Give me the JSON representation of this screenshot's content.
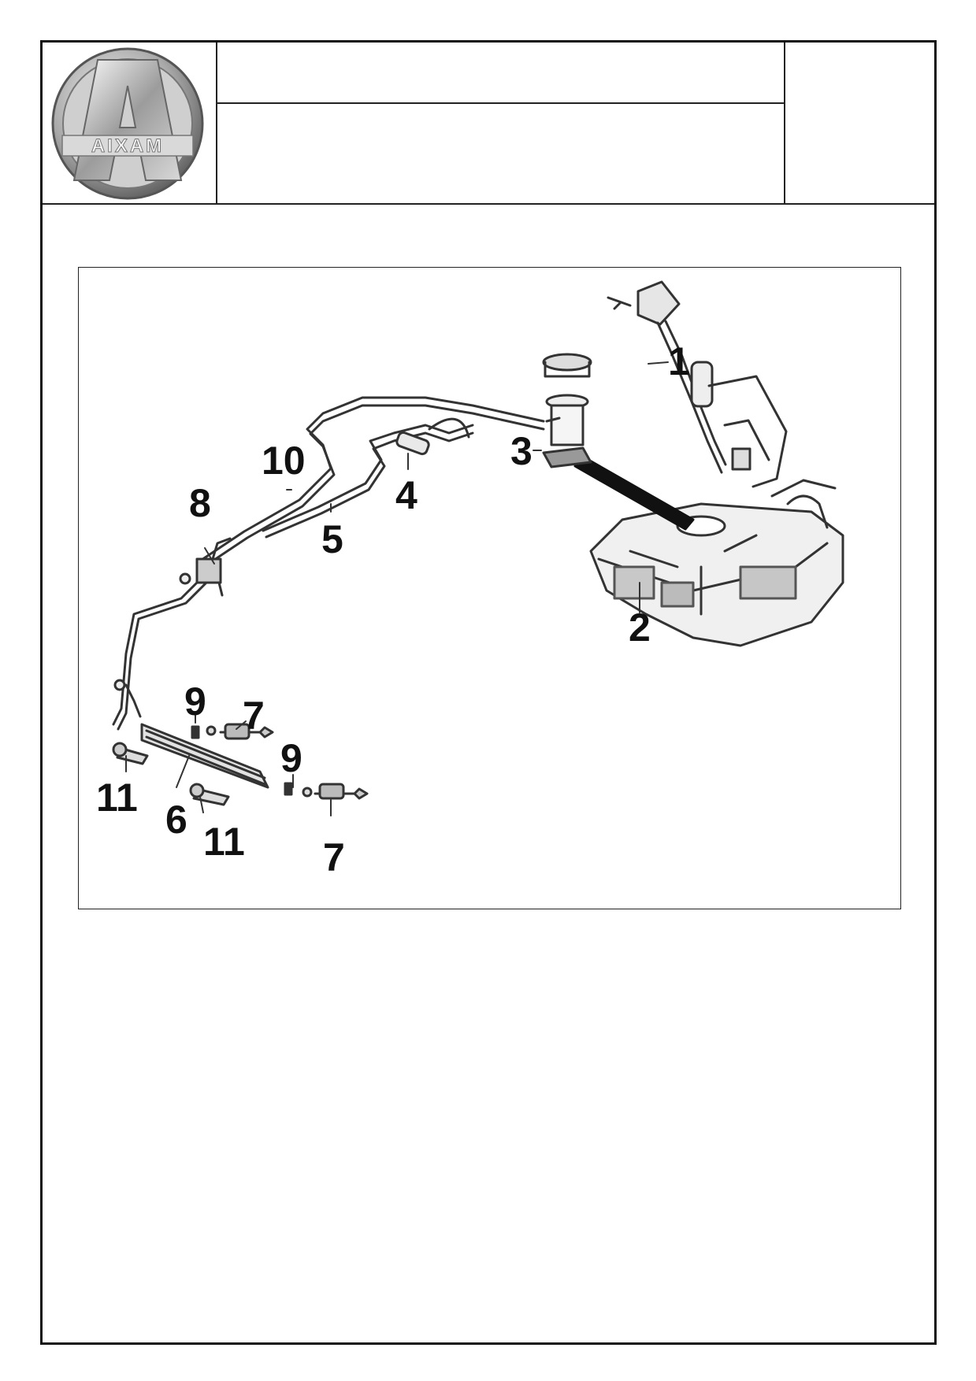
{
  "header": {
    "logo_text": "AIXAM",
    "title_line_1": "",
    "title_line_2": "",
    "right_box": ""
  },
  "diagram": {
    "callouts": [
      "1",
      "2",
      "3",
      "4",
      "5",
      "6",
      "7",
      "7",
      "8",
      "9",
      "9",
      "10",
      "11",
      "11"
    ]
  },
  "colors": {
    "border": "#111111",
    "line_art": "#333333",
    "logo_metal": "#b8b8b8"
  }
}
